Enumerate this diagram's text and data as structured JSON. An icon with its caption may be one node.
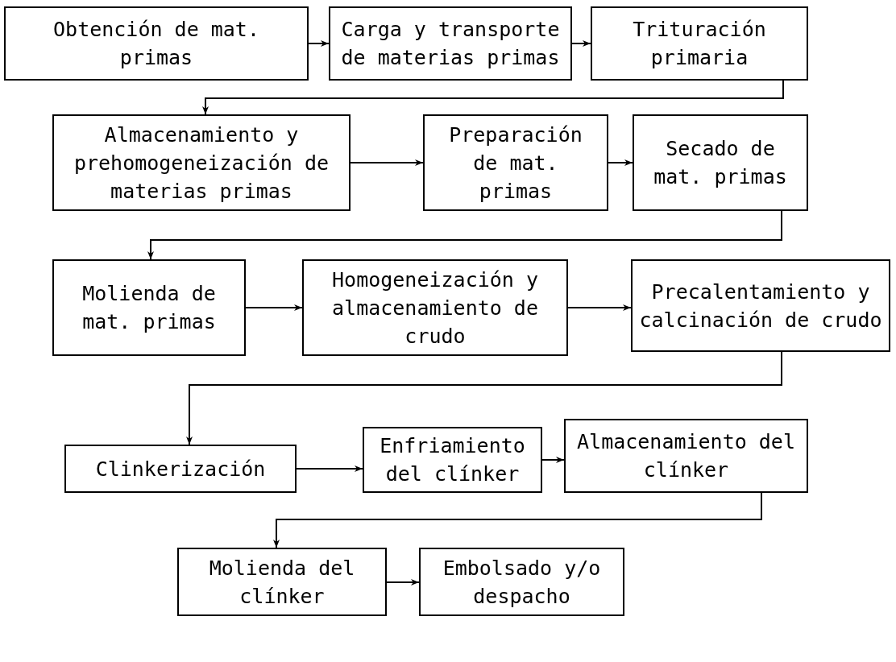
{
  "diagram": {
    "nodes": [
      {
        "text": [
          "Obtención de mat. primas"
        ]
      },
      {
        "text": [
          "Carga y transporte de materias primas"
        ]
      },
      {
        "text": [
          "Trituración primaria"
        ]
      },
      {
        "text": [
          "Almacenamiento y prehomogeneización de materias primas"
        ]
      },
      {
        "text": [
          "Preparación de mat. primas"
        ]
      },
      {
        "text": [
          "Secado de mat. primas"
        ]
      },
      {
        "text": [
          "Molienda de mat. primas"
        ]
      },
      {
        "text": [
          "Homogeneización y almacenamiento de crudo"
        ]
      },
      {
        "text": [
          "Precalentamiento y calcinación de crudo"
        ]
      },
      {
        "text": [
          "Clinkerización"
        ]
      },
      {
        "text": [
          "Enfriamiento del clínker"
        ]
      },
      {
        "text": [
          "Almacenamiento del clínker"
        ]
      },
      {
        "text": [
          "Molienda del clínker"
        ]
      },
      {
        "text": [
          "Embolsado y/o despacho"
        ]
      }
    ],
    "edges": [
      {
        "from": 0,
        "to": 1,
        "arrow": "to"
      },
      {
        "from": 1,
        "to": 2,
        "arrow": "to"
      },
      {
        "from": 2,
        "to": 3,
        "arrow": "to"
      },
      {
        "from": 3,
        "to": 4,
        "arrow": "to"
      },
      {
        "from": 4,
        "to": 5,
        "arrow": "to"
      },
      {
        "from": 5,
        "to": 6,
        "arrow": "to"
      },
      {
        "from": 6,
        "to": 7,
        "arrow": "to"
      },
      {
        "from": 7,
        "to": 8,
        "arrow": "to"
      },
      {
        "from": 8,
        "to": 9,
        "arrow": "to"
      },
      {
        "from": 9,
        "to": 10,
        "arrow": "to"
      },
      {
        "from": 10,
        "to": 11,
        "arrow": "to"
      },
      {
        "from": 11,
        "to": 12,
        "arrow": "to"
      },
      {
        "from": 12,
        "to": 13,
        "arrow": "to"
      }
    ]
  }
}
